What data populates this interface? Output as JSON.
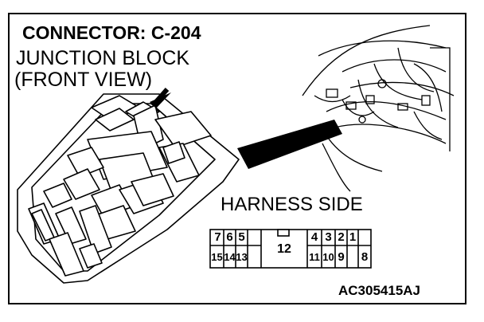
{
  "title": "CONNECTOR: C-204",
  "junction_block": {
    "line1": "JUNCTION BLOCK",
    "line2": "(FRONT VIEW)"
  },
  "harness_side": "HARNESS SIDE",
  "connector": {
    "top_row": [
      "7",
      "6",
      "5",
      "4",
      "3",
      "2",
      "1"
    ],
    "bottom_row": [
      "15",
      "14",
      "13",
      "12",
      "11",
      "10",
      "9",
      "8"
    ]
  },
  "figure_code": "AC305415AJ"
}
